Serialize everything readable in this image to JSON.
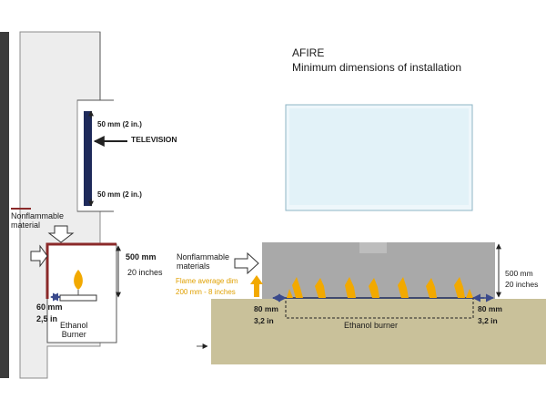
{
  "left_panel": {
    "tv_top_gap": "50 mm  (2 in.)",
    "tv_label": "TELEVISION",
    "tv_bottom_gap": "50 mm    (2 in.)",
    "nonflammable_label": "Nonflammable\nmaterial",
    "height_mm": "500 mm",
    "height_in": "20 inches",
    "side_mm": "60 mm",
    "side_in": "2,5 in",
    "burner_label": "Ethanol\nBurner"
  },
  "right_panel": {
    "title_line1": "AFIRE",
    "title_line2": "Minimum dimensions of installation",
    "nonflammable_label": "Nonflammable\nmaterials",
    "flame_line1": "Flame average dim",
    "flame_line2": "200 mm - 8 inches",
    "height_mm": "500 mm",
    "height_in": "20 inches",
    "left_mm": "80 mm",
    "left_in": "3,2 in",
    "right_mm": "80 mm",
    "right_in": "3,2 in",
    "burner_label": "Ethanol burner"
  },
  "colors": {
    "tv_panel": "#1e2a5a",
    "nonflammable_panel": "#8b2a2a",
    "floor": "#c9c19a",
    "wall_band": "#a9a9a9",
    "flame": "#f2a900",
    "dimension_arrow": "#3a4a8c",
    "flame_label": "#e0a000"
  }
}
